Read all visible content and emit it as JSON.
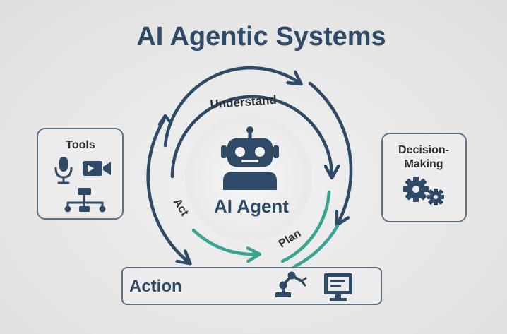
{
  "title": "AI Agentic Systems",
  "center": {
    "label": "AI Agent",
    "icon": "robot-icon"
  },
  "cycle": {
    "stages": [
      "Understand",
      "Plan",
      "Act"
    ]
  },
  "tools_box": {
    "label": "Tools",
    "icons": [
      "microphone-icon",
      "video-camera-icon",
      "workflow-icon"
    ]
  },
  "decision_box": {
    "label_line1": "Decision-",
    "label_line2": "Making",
    "icon": "gears-icon"
  },
  "action_bar": {
    "label": "Action",
    "icons": [
      "robotic-arm-icon",
      "computer-monitor-icon"
    ]
  },
  "colors": {
    "navy": "#2f4a66",
    "teal": "#3aa391",
    "text": "#2b3036",
    "box_border": "#5d7185",
    "box_fill": "#ececec"
  }
}
